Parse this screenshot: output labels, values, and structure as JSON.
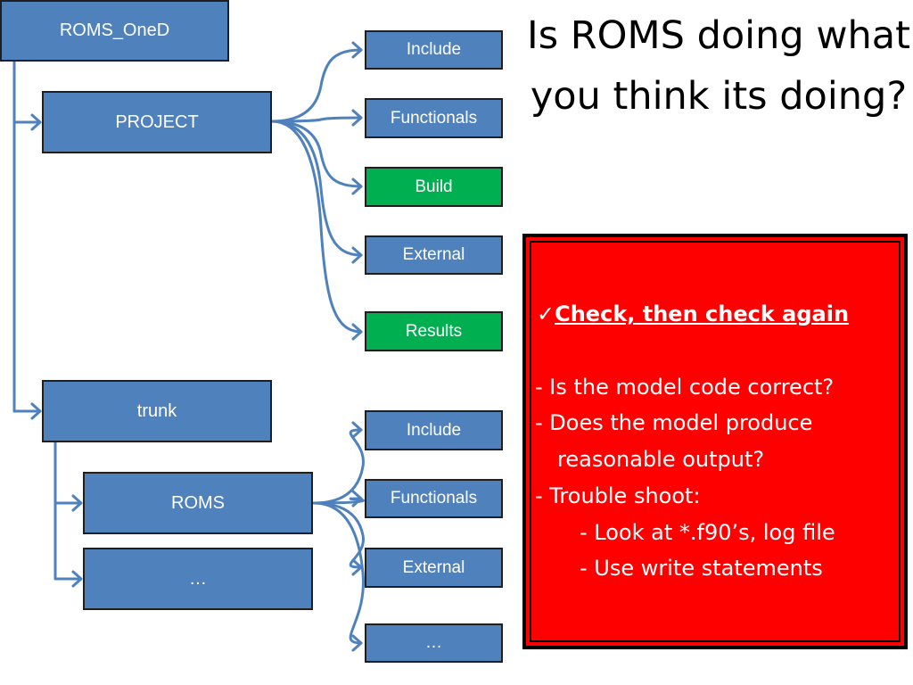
{
  "title": "Is ROMS doing what you think its doing?",
  "tree": {
    "root": "ROMS_OneD",
    "project": {
      "label": "PROJECT",
      "children": [
        "Include",
        "Functionals",
        "Build",
        "External",
        "Results"
      ]
    },
    "trunk": {
      "label": "trunk",
      "roms": {
        "label": "ROMS",
        "children": [
          "Include",
          "Functionals",
          "External",
          "…"
        ]
      },
      "other": "…"
    }
  },
  "colors": {
    "box_blue": "#4f81bd",
    "box_green": "#00b050",
    "connector": "#4f81bd",
    "panel_red": "#ff0000"
  },
  "highlighted": [
    "Build",
    "Results"
  ],
  "panel": {
    "check_mark": "✓",
    "heading": "Check, then check again",
    "lines": [
      "-  Is the model code correct?",
      "-  Does the model produce",
      "reasonable output?",
      "-  Trouble shoot:",
      "-  Look at *.f90’s, log file",
      "-  Use write statements"
    ]
  }
}
